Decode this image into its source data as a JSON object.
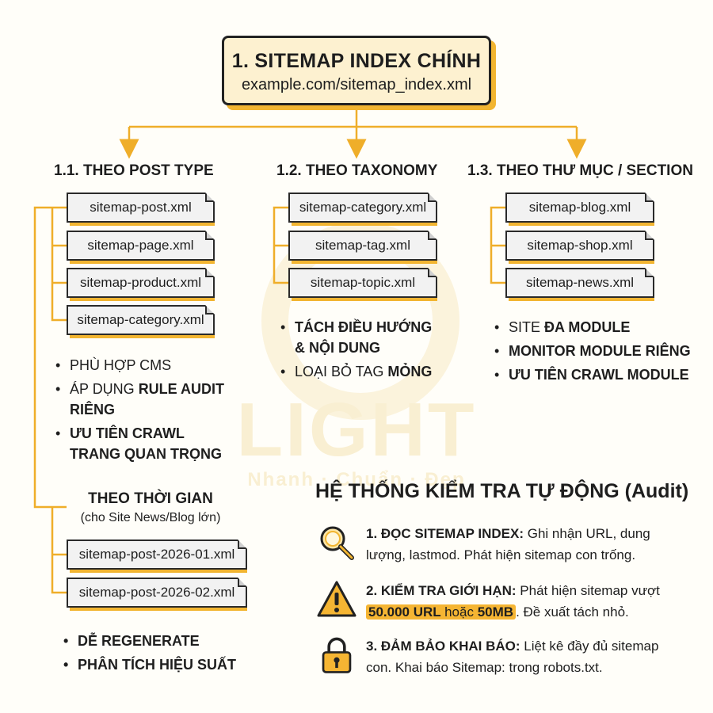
{
  "root": {
    "title": "1. SITEMAP INDEX CHÍNH",
    "url": "example.com/sitemap_index.xml"
  },
  "branches": [
    {
      "title": "1.1. THEO POST TYPE",
      "files": [
        "sitemap-post.xml",
        "sitemap-page.xml",
        "sitemap-product.xml",
        "sitemap-category.xml"
      ],
      "notes": [
        [
          "PHÙ HỢP CMS",
          ""
        ],
        [
          "ÁP DỤNG ",
          "RULE AUDIT RIÊNG"
        ],
        [
          "",
          "ƯU TIÊN CRAWL TRANG QUAN TRỌNG"
        ]
      ]
    },
    {
      "title": "1.2. THEO TAXONOMY",
      "files": [
        "sitemap-category.xml",
        "sitemap-tag.xml",
        "sitemap-topic.xml"
      ],
      "notes": [
        [
          "",
          "TÁCH ĐIỀU HƯỚNG & NỘI DUNG"
        ],
        [
          "LOẠI BỎ TAG ",
          "MỎNG"
        ]
      ]
    },
    {
      "title": "1.3. THEO THƯ MỤC / SECTION",
      "files": [
        "sitemap-blog.xml",
        "sitemap-shop.xml",
        "sitemap-news.xml"
      ],
      "notes": [
        [
          "SITE ",
          "ĐA MODULE"
        ],
        [
          "",
          "MONITOR MODULE RIÊNG"
        ],
        [
          "",
          "ƯU TIÊN CRAWL MODULE"
        ]
      ]
    }
  ],
  "time": {
    "title": "THEO THỜI GIAN",
    "subtitle": "(cho Site News/Blog lớn)",
    "files": [
      "sitemap-post-2026-01.xml",
      "sitemap-post-2026-02.xml"
    ],
    "notes": [
      "DỄ REGENERATE",
      "PHÂN TÍCH HIỆU SUẤT"
    ]
  },
  "watermark": {
    "brand": "LIGHT",
    "tagline": "Nhanh · Chuẩn · Đẹp"
  },
  "audit": {
    "title_main": "HỆ THỐNG KIỂM TRA TỰ ĐỘNG",
    "title_paren": "(Audit)",
    "items": [
      {
        "icon": "magnifier-icon",
        "label": "1. ĐỌC SITEMAP INDEX:",
        "text": "Ghi nhận URL, dung lượng, lastmod. Phát hiện sitemap con trống."
      },
      {
        "icon": "warning-icon",
        "label": "2. KIỂM TRA GIỚI HẠN:",
        "text_before": "Phát hiện sitemap vượt",
        "highlight": "50.000 URL",
        "text_mid": "hoặc",
        "highlight_bold": "50MB",
        "text_after": ". Đề xuất tách nhỏ."
      },
      {
        "icon": "lock-icon",
        "label": "3. ĐẢM BẢO KHAI BÁO:",
        "text": "Liệt kê đầy đủ sitemap con. Khai báo Sitemap: trong robots.txt."
      }
    ]
  },
  "colors": {
    "accent": "#f2b531",
    "box_bg": "#fdf1d0",
    "file_bg": "#f2f2f2",
    "line": "#efae2a"
  }
}
